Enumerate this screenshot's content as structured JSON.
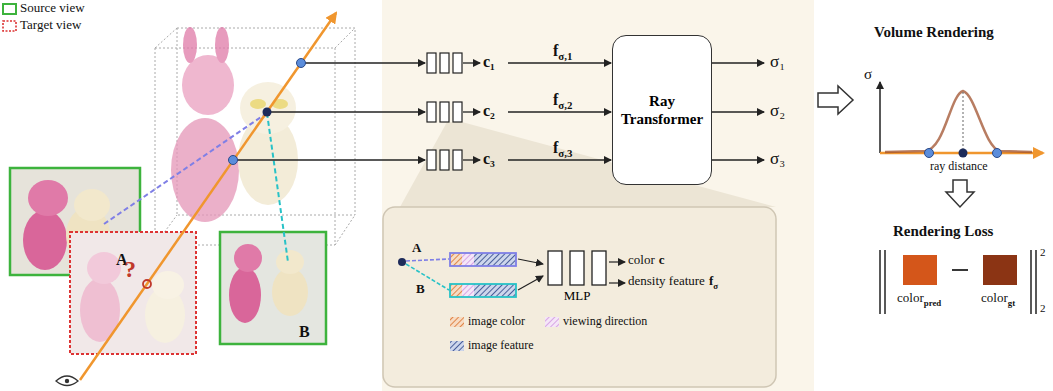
{
  "diagram": {
    "nodes": [
      {
        "text": [
          "Ray Transformer"
        ]
      },
      {
        "text": [
          "MLP"
        ]
      }
    ],
    "labels": [
      "A",
      "B",
      "?",
      "c₁",
      "f",
      "σ,1",
      "c₂",
      "f",
      "σ,2",
      "c₃",
      "f",
      "σ,3",
      "σ₁",
      "σ₂",
      "σ₃",
      "A",
      "B",
      "color",
      "c",
      "density feature",
      "f",
      "σ",
      "Volume Rendering",
      "σ",
      "ray distance",
      "Rendering Loss",
      "color",
      "pred",
      "color",
      "gt",
      "2",
      "2"
    ],
    "legend": [
      {
        "text": "Source view"
      },
      {
        "text": "Target view"
      },
      {
        "text": "image color"
      },
      {
        "text": "viewing direction"
      },
      {
        "text": "image feature"
      }
    ]
  }
}
